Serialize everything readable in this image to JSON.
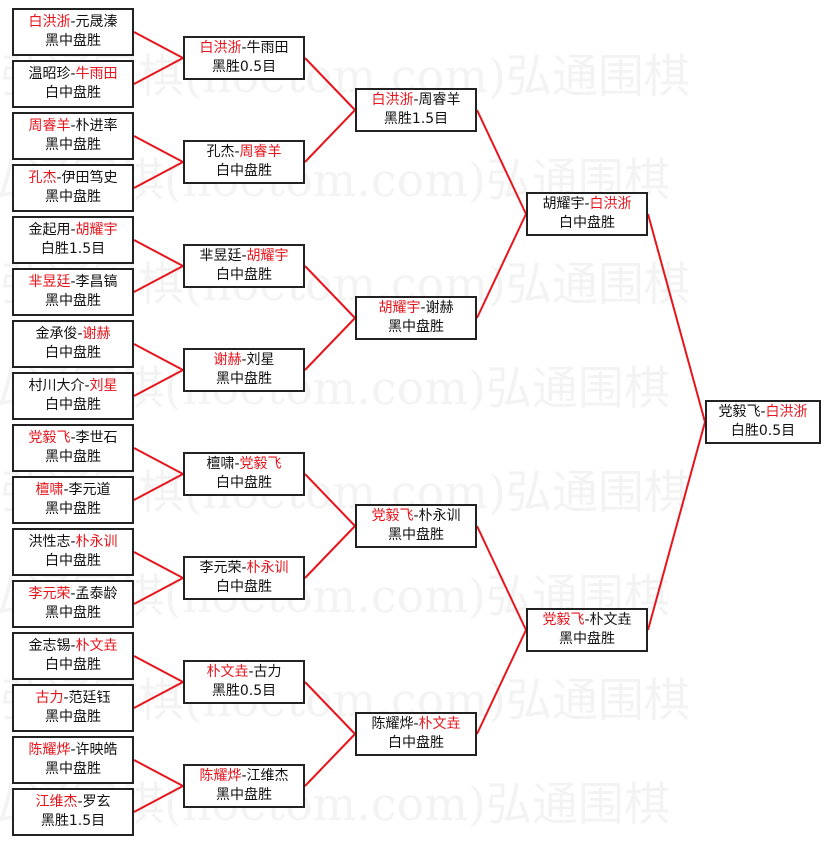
{
  "watermark": "弘通围棋(hoetom.com)弘通围棋",
  "colors": {
    "winner": "#e8141c",
    "line": "#e8141c"
  },
  "rounds": [
    [
      {
        "a": "白洪浙",
        "b": "元晟溱",
        "w": "a",
        "r": "黑中盘胜"
      },
      {
        "a": "温昭珍",
        "b": "牛雨田",
        "w": "b",
        "r": "白中盘胜"
      },
      {
        "a": "周睿羊",
        "b": "朴进率",
        "w": "a",
        "r": "黑中盘胜"
      },
      {
        "a": "孔杰",
        "b": "伊田笃史",
        "w": "a",
        "r": "黑中盘胜"
      },
      {
        "a": "金起用",
        "b": "胡耀宇",
        "w": "b",
        "r": "白胜1.5目"
      },
      {
        "a": "芈昱廷",
        "b": "李昌镐",
        "w": "a",
        "r": "黑中盘胜"
      },
      {
        "a": "金承俊",
        "b": "谢赫",
        "w": "b",
        "r": "白中盘胜"
      },
      {
        "a": "村川大介",
        "b": "刘星",
        "w": "b",
        "r": "白中盘胜"
      },
      {
        "a": "党毅飞",
        "b": "李世石",
        "w": "a",
        "r": "黑中盘胜"
      },
      {
        "a": "檀啸",
        "b": "李元道",
        "w": "a",
        "r": "黑中盘胜"
      },
      {
        "a": "洪性志",
        "b": "朴永训",
        "w": "b",
        "r": "白中盘胜"
      },
      {
        "a": "李元荣",
        "b": "孟泰龄",
        "w": "a",
        "r": "黑中盘胜"
      },
      {
        "a": "金志锡",
        "b": "朴文垚",
        "w": "b",
        "r": "白中盘胜"
      },
      {
        "a": "古力",
        "b": "范廷钰",
        "w": "a",
        "r": "黑中盘胜"
      },
      {
        "a": "陈耀烨",
        "b": "许映皓",
        "w": "a",
        "r": "黑中盘胜"
      },
      {
        "a": "江维杰",
        "b": "罗玄",
        "w": "a",
        "r": "黑胜1.5目"
      }
    ],
    [
      {
        "a": "白洪浙",
        "b": "牛雨田",
        "w": "a",
        "r": "黑胜0.5目"
      },
      {
        "a": "孔杰",
        "b": "周睿羊",
        "w": "b",
        "r": "白中盘胜"
      },
      {
        "a": "芈昱廷",
        "b": "胡耀宇",
        "w": "b",
        "r": "白中盘胜"
      },
      {
        "a": "谢赫",
        "b": "刘星",
        "w": "a",
        "r": "黑中盘胜"
      },
      {
        "a": "檀啸",
        "b": "党毅飞",
        "w": "b",
        "r": "白中盘胜"
      },
      {
        "a": "李元荣",
        "b": "朴永训",
        "w": "b",
        "r": "白中盘胜"
      },
      {
        "a": "朴文垚",
        "b": "古力",
        "w": "a",
        "r": "黑胜0.5目"
      },
      {
        "a": "陈耀烨",
        "b": "江维杰",
        "w": "a",
        "r": "黑中盘胜"
      }
    ],
    [
      {
        "a": "白洪浙",
        "b": "周睿羊",
        "w": "a",
        "r": "黑胜1.5目"
      },
      {
        "a": "胡耀宇",
        "b": "谢赫",
        "w": "a",
        "r": "黑中盘胜"
      },
      {
        "a": "党毅飞",
        "b": "朴永训",
        "w": "a",
        "r": "黑中盘胜"
      },
      {
        "a": "陈耀烨",
        "b": "朴文垚",
        "w": "b",
        "r": "白中盘胜"
      }
    ],
    [
      {
        "a": "胡耀宇",
        "b": "白洪浙",
        "w": "b",
        "r": "白中盘胜"
      },
      {
        "a": "党毅飞",
        "b": "朴文垚",
        "w": "a",
        "r": "黑中盘胜"
      }
    ],
    [
      {
        "a": "党毅飞",
        "b": "白洪浙",
        "w": "b",
        "r": "白胜0.5目"
      }
    ]
  ]
}
